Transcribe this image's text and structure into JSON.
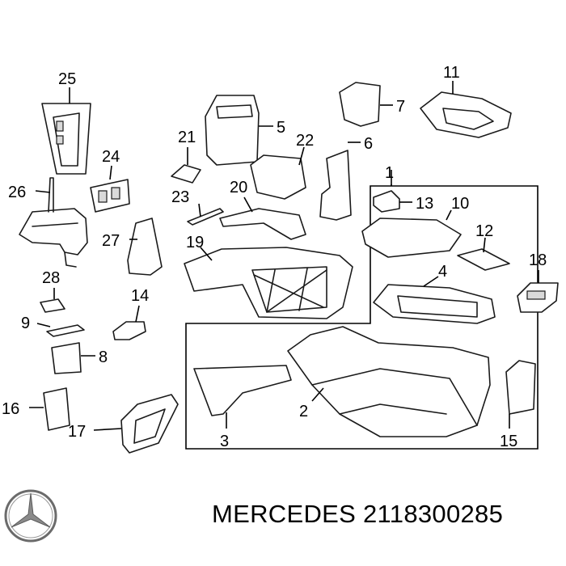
{
  "callouts": [
    {
      "id": "1",
      "text": "1"
    },
    {
      "id": "2",
      "text": "2"
    },
    {
      "id": "3",
      "text": "3"
    },
    {
      "id": "4",
      "text": "4"
    },
    {
      "id": "5",
      "text": "5"
    },
    {
      "id": "6",
      "text": "6"
    },
    {
      "id": "7",
      "text": "7"
    },
    {
      "id": "8",
      "text": "8"
    },
    {
      "id": "9",
      "text": "9"
    },
    {
      "id": "10",
      "text": "10"
    },
    {
      "id": "11",
      "text": "11"
    },
    {
      "id": "12",
      "text": "12"
    },
    {
      "id": "13",
      "text": "13"
    },
    {
      "id": "14",
      "text": "14"
    },
    {
      "id": "15",
      "text": "15"
    },
    {
      "id": "16",
      "text": "16"
    },
    {
      "id": "17",
      "text": "17"
    },
    {
      "id": "18",
      "text": "18"
    },
    {
      "id": "19",
      "text": "19"
    },
    {
      "id": "20",
      "text": "20"
    },
    {
      "id": "21",
      "text": "21"
    },
    {
      "id": "22",
      "text": "22"
    },
    {
      "id": "23",
      "text": "23"
    },
    {
      "id": "24",
      "text": "24"
    },
    {
      "id": "25",
      "text": "25"
    },
    {
      "id": "26",
      "text": "26"
    },
    {
      "id": "27",
      "text": "27"
    },
    {
      "id": "28",
      "text": "28"
    }
  ],
  "footer": {
    "text": "MERCEDES 2118300285"
  },
  "logo": {
    "icon": "mercedes-star-icon"
  }
}
